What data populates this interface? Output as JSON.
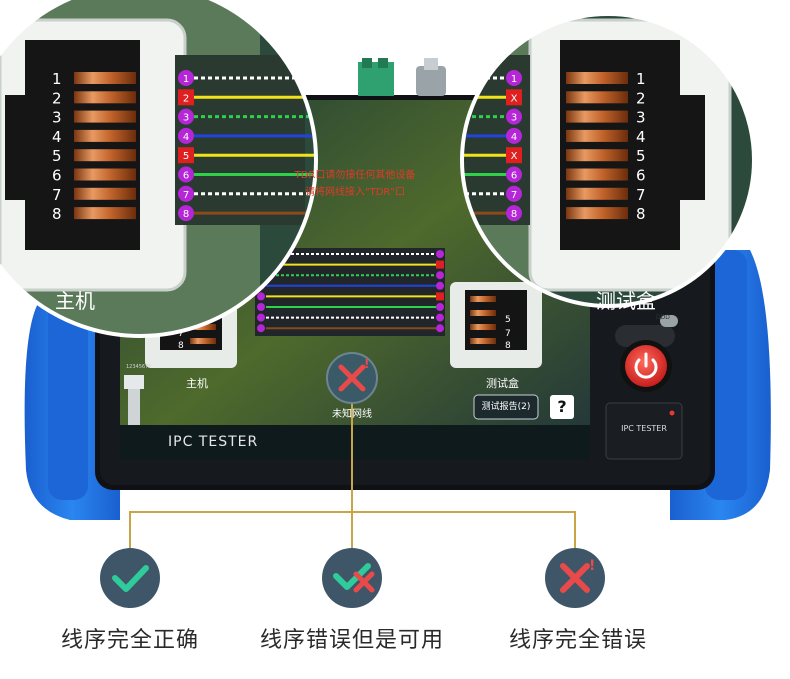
{
  "device": {
    "brand_label": "IPC TESTER",
    "power_panel_label": "IPC TESTER",
    "top_badge": "DDD"
  },
  "screen": {
    "warning_line1": "TDR口请勿接任何其他设备",
    "warning_line2": "请将网线接入\"TDR\"口",
    "host_label": "主机",
    "tester_label": "测试盒",
    "status_label": "未知网线",
    "report_button": "测试报告(2)",
    "help_button": "?",
    "cable_tag": "1234567P",
    "pin_numbers": [
      "1",
      "2",
      "3",
      "4",
      "5",
      "6",
      "7",
      "8"
    ],
    "tester_pin_marks": [
      "1",
      "X",
      "3",
      "4",
      "X",
      "6",
      "7",
      "8"
    ]
  },
  "magnifiers": {
    "left_label": "主机",
    "right_label": "测试盒"
  },
  "legend": [
    {
      "label": "线序完全正确",
      "icon": "check-icon"
    },
    {
      "label": "线序错误但是可用",
      "icon": "check-cross-icon"
    },
    {
      "label": "线序完全错误",
      "icon": "cross-icon"
    }
  ],
  "colors": {
    "device_blue": "#1e6fe0",
    "legend_badge": "#3f5668",
    "check_green": "#2fcb9a",
    "cross_red": "#e84a4a",
    "connector_line": "#c9a54a",
    "power_button": "#e53935"
  }
}
